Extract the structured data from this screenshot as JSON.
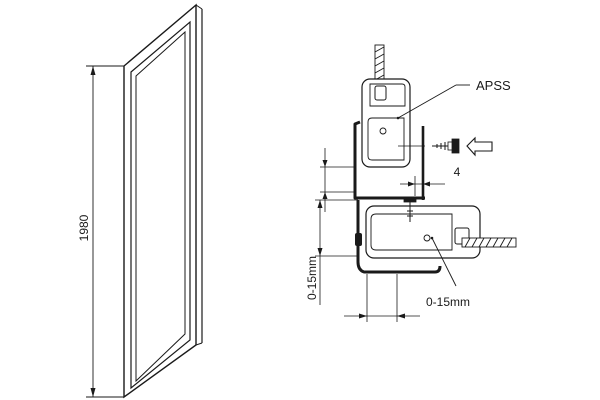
{
  "panel": {
    "height_label": "1980"
  },
  "detail": {
    "profile_label": "APSS",
    "gap_label": "4",
    "adjust_vertical_label": "0-15mm",
    "adjust_horizontal_label": "0-15mm"
  },
  "colors": {
    "line": "#1a1a1a",
    "profile_fill": "#ffffff",
    "seal": "#1a1a1a"
  }
}
